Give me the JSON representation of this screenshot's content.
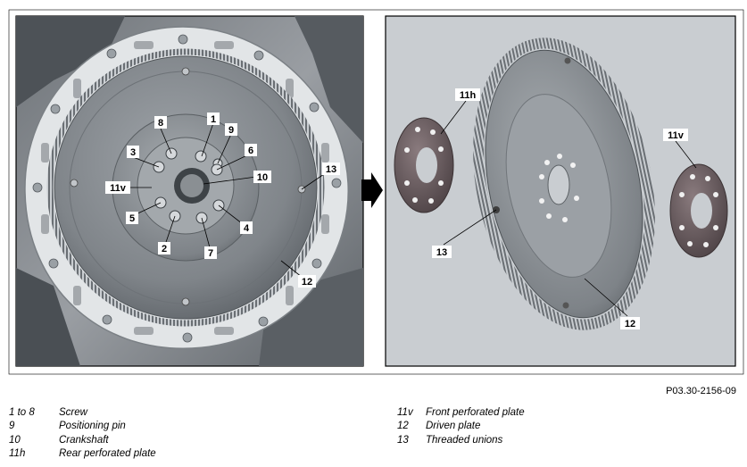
{
  "figure_id": "P03.30-2156-09",
  "left_panel": {
    "callouts": {
      "c1": "1",
      "c2": "2",
      "c3": "3",
      "c4": "4",
      "c5": "5",
      "c6": "6",
      "c7": "7",
      "c8": "8",
      "c9": "9",
      "c10": "10",
      "c11v": "11v",
      "c12": "12",
      "c13": "13"
    }
  },
  "right_panel": {
    "callouts": {
      "c11h": "11h",
      "c11v": "11v",
      "c12": "12",
      "c13": "13"
    }
  },
  "legend": {
    "left": [
      {
        "key": "1 to 8",
        "text": "Screw"
      },
      {
        "key": "9",
        "text": "Positioning pin"
      },
      {
        "key": "10",
        "text": "Crankshaft"
      },
      {
        "key": "11h",
        "text": "Rear perforated plate"
      }
    ],
    "right": [
      {
        "key": "11v",
        "text": "Front perforated plate"
      },
      {
        "key": "12",
        "text": "Driven plate"
      },
      {
        "key": "13",
        "text": "Threaded unions"
      }
    ]
  },
  "colors": {
    "frame": "#000000",
    "panel_bg": "#c8ccd0",
    "metal_dark": "#5a5e63",
    "metal_mid": "#8d9297",
    "metal_light": "#b9bdc1",
    "plate_dark": "#6b5a5e",
    "housing": "#e4e6e8",
    "arrow": "#000000"
  }
}
